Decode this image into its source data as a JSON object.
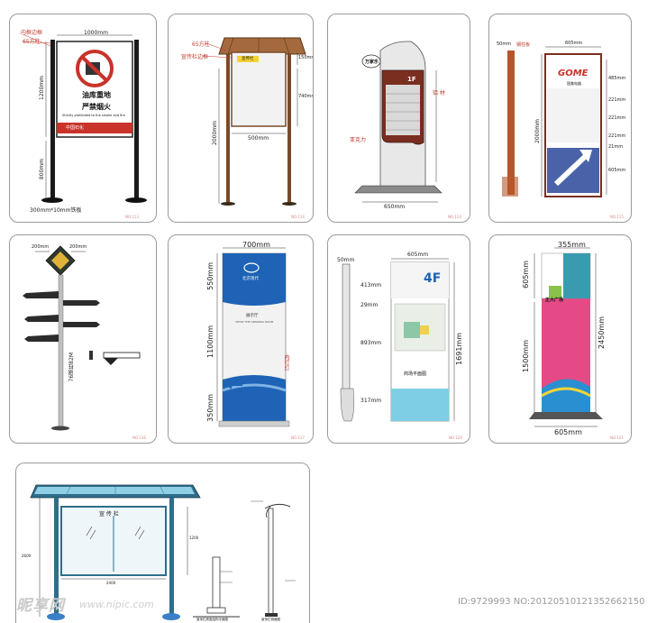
{
  "panels": {
    "p1": {
      "inner_frame": "内框边框",
      "post_65": "65方柱",
      "w1000": "1000mm",
      "h1200": "1200mm",
      "h800": "800mm",
      "base": "300mm*10mm铁板",
      "title1": "油库重地",
      "title2": "严禁烟火",
      "sub": "Strictly prohibited to the smoke and fire",
      "footer": "中国石化",
      "no": "NO.113"
    },
    "p2": {
      "post_65": "65方柱",
      "frame": "宣传栏边框",
      "board": "宣传栏",
      "h150": "150mm",
      "h740": "740mm",
      "h2000": "2000mm",
      "w500": "500mm",
      "no": "NO.114"
    },
    "p3": {
      "brand": "万家乐",
      "floor": "1F",
      "alu": "铝 材",
      "acrylic": "亚克力",
      "w650": "650mm",
      "no": "NO.114"
    },
    "p4": {
      "w50": "50mm",
      "post": "钢柱板",
      "w605": "605mm",
      "brand": "GOME",
      "brand_cn": "国美电器",
      "h485": "485mm",
      "h221a": "221mm",
      "h221b": "221mm",
      "h221c": "221mm",
      "h2000": "2000mm",
      "h21": "21mm",
      "h605": "605mm",
      "no": "NO.115"
    },
    "p5": {
      "w200a": "200mm",
      "w200b": "200mm",
      "vert": "76钢柱82M",
      "no": "NO.116"
    },
    "p6": {
      "w700": "700mm",
      "h550": "550mm",
      "h1100": "1100mm",
      "h350": "350mm",
      "brand": "北京现代",
      "room": "展示厅",
      "room_en": "SHOW THE DRAWING ROOM",
      "light": "内打灯",
      "no": "NO.117"
    },
    "p7": {
      "w50": "50mm",
      "w605": "605mm",
      "floor": "4F",
      "h413": "413mm",
      "h29": "29mm",
      "h893": "893mm",
      "h317": "317mm",
      "h1691": "1691mm",
      "plan": "商场平面图",
      "no": "NO.120"
    },
    "p8": {
      "w355": "355mm",
      "h605": "605mm",
      "h1500": "1500mm",
      "h2450": "2450mm",
      "w605": "605mm",
      "brand": "正大广场",
      "no": "NO.121"
    },
    "p9": {
      "board": "宣 传 栏",
      "h2600": "2600",
      "h1200": "1200",
      "w2400": "2400",
      "cap1": "宣传栏底座结构平面图",
      "cap2": "宣传栏侧面图"
    }
  },
  "watermark": {
    "logo": "昵享网",
    "url": "www.nipic.com",
    "id": "ID:9729993 NO:20120510121352662150"
  },
  "colors": {
    "red": "#c8332a",
    "blue": "#2a6fb8",
    "brown": "#7a4a2a",
    "teal": "#3a9bb0",
    "pink": "#e0407a"
  }
}
